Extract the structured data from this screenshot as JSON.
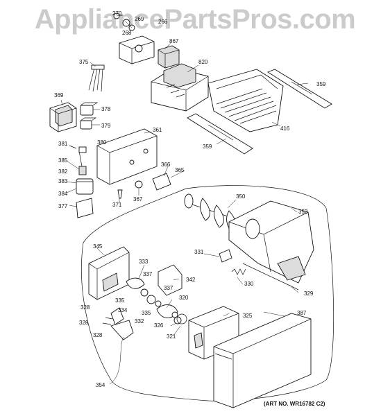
{
  "watermark": "AppliancePartsPros.com",
  "art_number": "(ART NO. WR16782 C2)",
  "labels": [
    {
      "id": "270",
      "text": "270"
    },
    {
      "id": "269",
      "text": "269"
    },
    {
      "id": "266",
      "text": "266"
    },
    {
      "id": "268",
      "text": "268"
    },
    {
      "id": "867",
      "text": "867"
    },
    {
      "id": "375",
      "text": "375"
    },
    {
      "id": "820",
      "text": "820"
    },
    {
      "id": "369",
      "text": "369"
    },
    {
      "id": "378",
      "text": "378"
    },
    {
      "id": "379",
      "text": "379"
    },
    {
      "id": "359a",
      "text": "359"
    },
    {
      "id": "361",
      "text": "361"
    },
    {
      "id": "416",
      "text": "416"
    },
    {
      "id": "381",
      "text": "381"
    },
    {
      "id": "380",
      "text": "380"
    },
    {
      "id": "385",
      "text": "385"
    },
    {
      "id": "382",
      "text": "382"
    },
    {
      "id": "383",
      "text": "383"
    },
    {
      "id": "359b",
      "text": "359"
    },
    {
      "id": "366",
      "text": "366"
    },
    {
      "id": "365",
      "text": "365"
    },
    {
      "id": "384",
      "text": "384"
    },
    {
      "id": "377",
      "text": "377"
    },
    {
      "id": "371",
      "text": "371"
    },
    {
      "id": "367",
      "text": "367"
    },
    {
      "id": "350",
      "text": "350"
    },
    {
      "id": "352",
      "text": "352"
    },
    {
      "id": "345",
      "text": "345"
    },
    {
      "id": "331",
      "text": "331"
    },
    {
      "id": "333",
      "text": "333"
    },
    {
      "id": "337a",
      "text": "337"
    },
    {
      "id": "342",
      "text": "342"
    },
    {
      "id": "330",
      "text": "330"
    },
    {
      "id": "337b",
      "text": "337"
    },
    {
      "id": "329",
      "text": "329"
    },
    {
      "id": "335a",
      "text": "335"
    },
    {
      "id": "320",
      "text": "320"
    },
    {
      "id": "334",
      "text": "334"
    },
    {
      "id": "335b",
      "text": "335"
    },
    {
      "id": "328a",
      "text": "328"
    },
    {
      "id": "332",
      "text": "332"
    },
    {
      "id": "325",
      "text": "325"
    },
    {
      "id": "387",
      "text": "387"
    },
    {
      "id": "326",
      "text": "326"
    },
    {
      "id": "328b",
      "text": "328"
    },
    {
      "id": "321",
      "text": "321"
    },
    {
      "id": "328c",
      "text": "328"
    },
    {
      "id": "354",
      "text": "354"
    }
  ]
}
